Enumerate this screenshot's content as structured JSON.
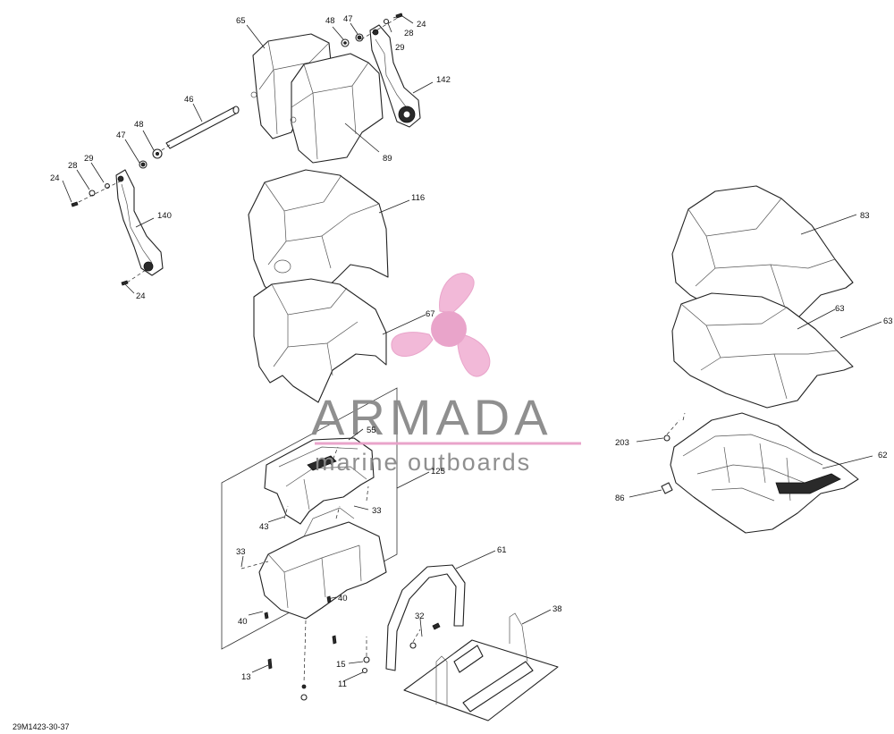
{
  "diagram": {
    "drawing_code": "29M1423-30-37",
    "watermark": {
      "brand": "ARMADA",
      "tagline": "marine outboards",
      "accent_color": "#e8a0c8",
      "text_color": "#8a8a8a",
      "logo_icon": "propeller-icon"
    },
    "callouts": [
      {
        "id": "65",
        "label": "65"
      },
      {
        "id": "48a",
        "label": "48"
      },
      {
        "id": "47a",
        "label": "47"
      },
      {
        "id": "24a",
        "label": "24"
      },
      {
        "id": "28a",
        "label": "28"
      },
      {
        "id": "29a",
        "label": "29"
      },
      {
        "id": "142",
        "label": "142"
      },
      {
        "id": "46",
        "label": "46"
      },
      {
        "id": "89",
        "label": "89"
      },
      {
        "id": "48b",
        "label": "48"
      },
      {
        "id": "47b",
        "label": "47"
      },
      {
        "id": "29b",
        "label": "29"
      },
      {
        "id": "28b",
        "label": "28"
      },
      {
        "id": "24b",
        "label": "24"
      },
      {
        "id": "140",
        "label": "140"
      },
      {
        "id": "24c",
        "label": "24"
      },
      {
        "id": "116",
        "label": "116"
      },
      {
        "id": "67",
        "label": "67"
      },
      {
        "id": "83",
        "label": "83"
      },
      {
        "id": "63a",
        "label": "63"
      },
      {
        "id": "63b",
        "label": "63"
      },
      {
        "id": "203",
        "label": "203"
      },
      {
        "id": "62",
        "label": "62"
      },
      {
        "id": "86",
        "label": "86"
      },
      {
        "id": "55",
        "label": "55"
      },
      {
        "id": "125",
        "label": "125"
      },
      {
        "id": "43",
        "label": "43"
      },
      {
        "id": "33a",
        "label": "33"
      },
      {
        "id": "33b",
        "label": "33"
      },
      {
        "id": "40a",
        "label": "40"
      },
      {
        "id": "40b",
        "label": "40"
      },
      {
        "id": "61",
        "label": "61"
      },
      {
        "id": "38",
        "label": "38"
      },
      {
        "id": "32",
        "label": "32"
      },
      {
        "id": "13",
        "label": "13"
      },
      {
        "id": "15",
        "label": "15"
      },
      {
        "id": "11",
        "label": "11"
      }
    ]
  }
}
